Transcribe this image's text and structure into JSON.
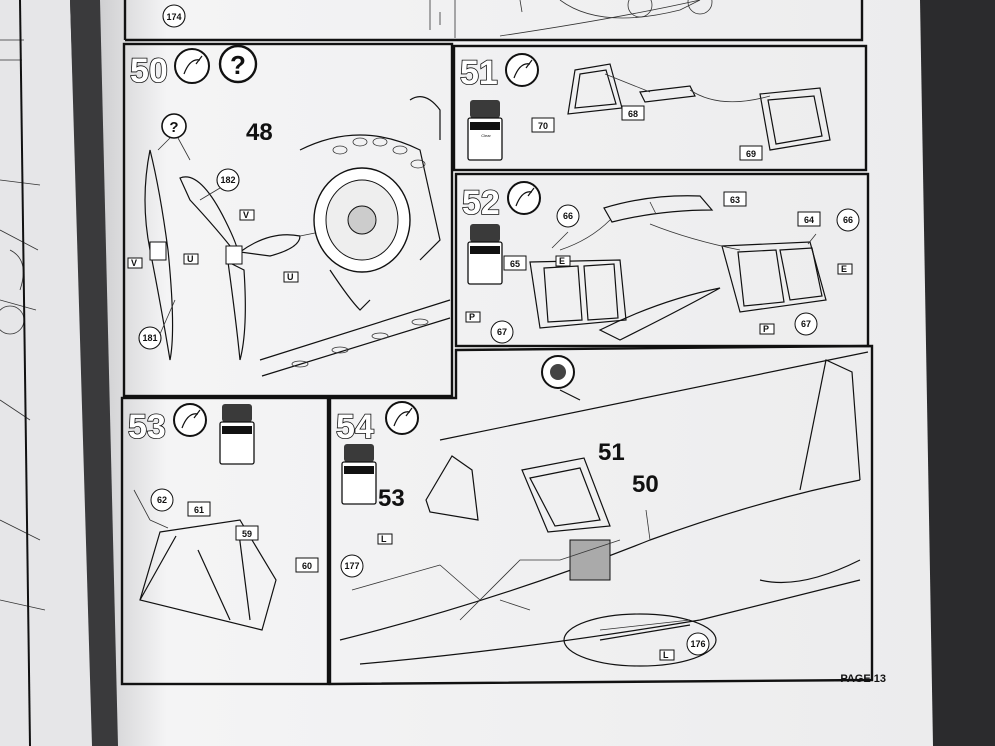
{
  "page": {
    "number_label": "PAGE 13"
  },
  "top_strip": {
    "part_number": "174"
  },
  "steps": [
    {
      "number": "50",
      "question_mark": "?",
      "ref_number": "48",
      "parts": [
        "182",
        "181"
      ],
      "markers": [
        "V",
        "U",
        "U",
        "V"
      ]
    },
    {
      "number": "51",
      "parts": [
        "70",
        "68",
        "69"
      ]
    },
    {
      "number": "52",
      "parts": [
        "63",
        "66",
        "65",
        "64",
        "66",
        "67",
        "67"
      ],
      "markers": [
        "E",
        "E",
        "P",
        "P"
      ]
    },
    {
      "number": "53",
      "parts": [
        "62",
        "61",
        "59",
        "60"
      ]
    },
    {
      "number": "54",
      "callouts": [
        "53",
        "51",
        "50"
      ],
      "parts": [
        "177",
        "176"
      ],
      "markers": [
        "L",
        "L"
      ]
    }
  ],
  "paint_bottle": {
    "line1": "CONTACTA",
    "line2": "Clear"
  }
}
